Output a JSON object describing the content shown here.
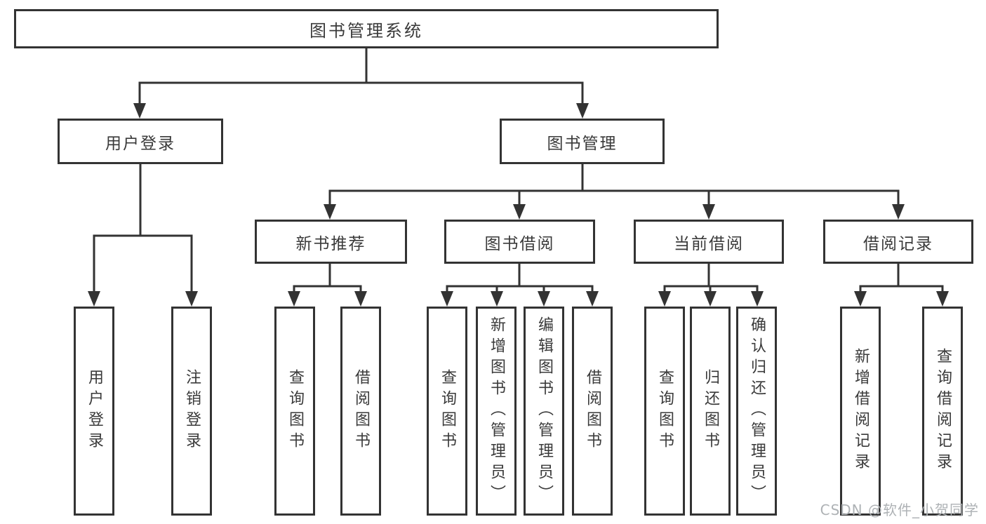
{
  "colors": {
    "line": "#333333",
    "box_border": "#333333",
    "text": "#3a3a3a",
    "watermark": "#aeb2b5",
    "background": "#ffffff"
  },
  "root": {
    "label": "图书管理系统"
  },
  "branches": [
    {
      "label": "用户登录",
      "children": [
        {
          "label": "用户登录"
        },
        {
          "label": "注销登录"
        }
      ]
    },
    {
      "label": "图书管理",
      "children": [
        {
          "label": "新书推荐",
          "children": [
            {
              "label": "查询图书"
            },
            {
              "label": "借阅图书"
            }
          ]
        },
        {
          "label": "图书借阅",
          "children": [
            {
              "label": "查询图书"
            },
            {
              "label": "新增图书（管理员）"
            },
            {
              "label": "编辑图书（管理员）"
            },
            {
              "label": "借阅图书"
            }
          ]
        },
        {
          "label": "当前借阅",
          "children": [
            {
              "label": "查询图书"
            },
            {
              "label": "归还图书"
            },
            {
              "label": "确认归还（管理员）"
            }
          ]
        },
        {
          "label": "借阅记录",
          "children": [
            {
              "label": "新增借阅记录"
            },
            {
              "label": "查询借阅记录"
            }
          ]
        }
      ]
    }
  ],
  "watermark": {
    "text": "CSDN @软件_小贺同学"
  }
}
